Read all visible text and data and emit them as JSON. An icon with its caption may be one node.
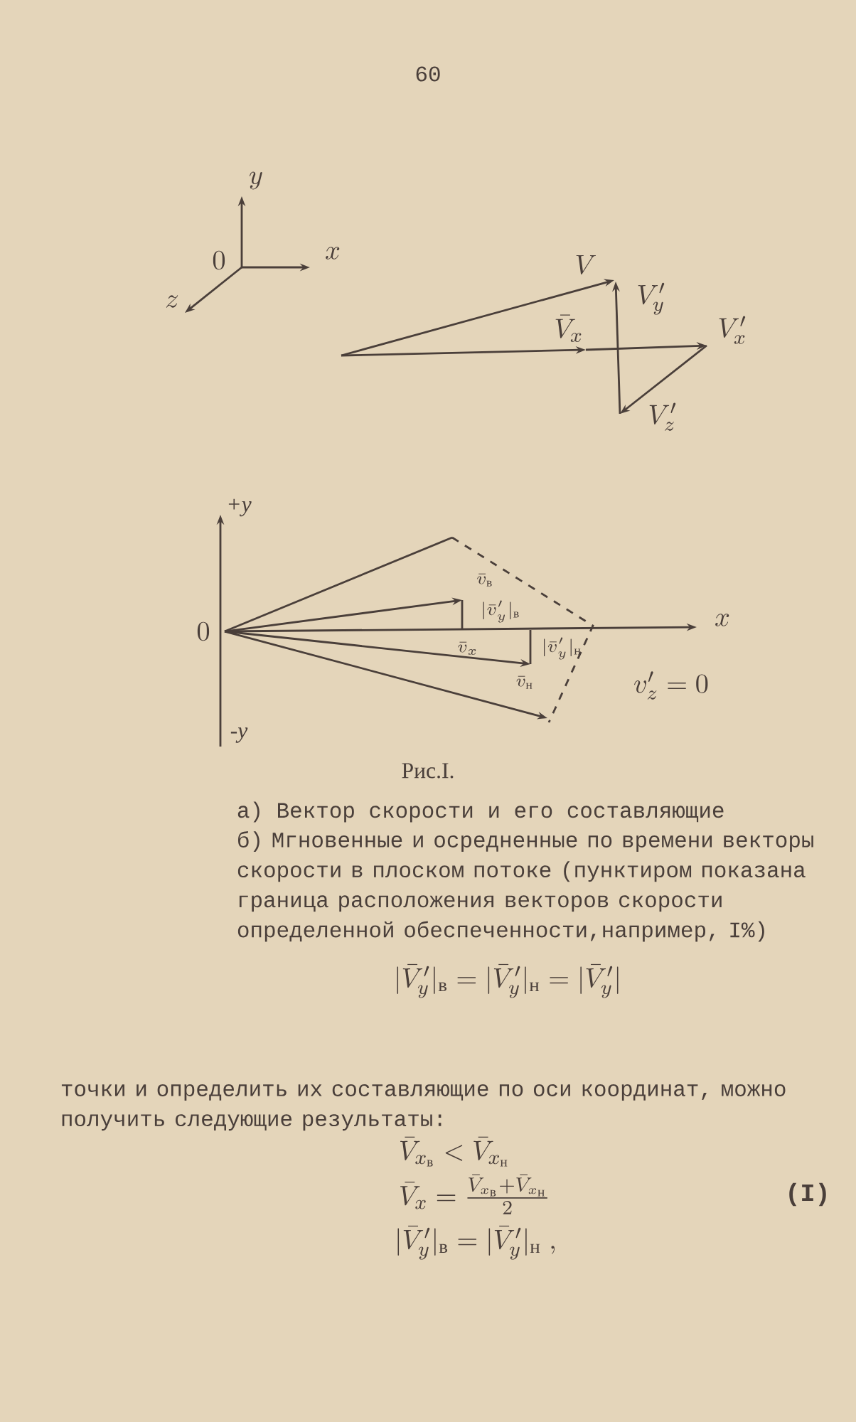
{
  "diagram": {
    "labels": [
      "60",
      "y",
      "0",
      "x",
      "z",
      "V",
      "V_y'",
      "\\bar{V}_x",
      "V_x'",
      "V_z'",
      "+y",
      "0",
      "x",
      "-y",
      "\\bar{v}_{\\text{в}}",
      "|\\bar{v}_y'|_{\\text{в}}",
      "\\bar{v}_x",
      "|\\bar{v}_y'|_{\\text{н}}",
      "\\bar{v}_{\\text{н}}",
      "v_z'=0",
      "Рис.I.",
      "а) Вектор скорости и его составляющие",
      "б) Мгновенные и осредненные по времени векторы скорости в плоском потоке (пунктиром показана граница расположения векторов скорости определенной обеспеченности,например, I%)",
      "|\\bar{V}_y'|_{\\text{в}} = |\\bar{V}_y'|_{\\text{н}} = |\\bar{V}_y'|",
      "точки и определить их составляющие по оси координат, можно получить следующие результаты:",
      "\\bar{V}_{x_{\\text{в}}} < \\bar{V}_{x_{\\text{н}}}",
      "\\bar{V}_x = \\frac{\\bar{V}_{x_{\\text{в}}} + \\bar{V}_{x_{\\text{н}}}}{2}",
      "|\\bar{V}_y'|_{\\text{в}} = |\\bar{V}_y'|_{\\text{н}} \\;,",
      "(I)"
    ]
  }
}
